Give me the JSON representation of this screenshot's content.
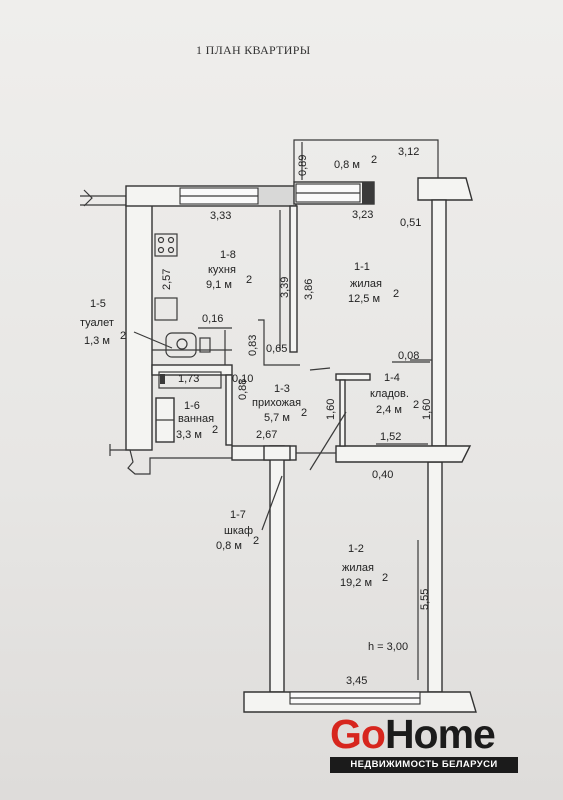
{
  "title": "1 ПЛАН КВАРТИРЫ",
  "rooms": {
    "kitchen": {
      "id": "1-8",
      "name": "кухня",
      "area": "9,1 м",
      "sup": "2"
    },
    "living1": {
      "id": "1-1",
      "name": "жилая",
      "area": "12,5 м",
      "sup": "2"
    },
    "toilet": {
      "id": "1-5",
      "name": "туалет",
      "area": "1,3 м",
      "sup": "2"
    },
    "hall": {
      "id": "1-3",
      "name": "прихожая",
      "area": "5,7 м",
      "sup": "2"
    },
    "storage": {
      "id": "1-4",
      "name": "кладов.",
      "area": "2,4 м",
      "sup": "2"
    },
    "bath": {
      "id": "1-6",
      "name": "ванная",
      "area": "3,3 м",
      "sup": "2"
    },
    "closet": {
      "id": "1-7",
      "name": "шкаф",
      "area": "0,8 м",
      "sup": "2"
    },
    "living2": {
      "id": "1-2",
      "name": "жилая",
      "area": "19,2 м",
      "sup": "2"
    },
    "balcony": {
      "area": "0,8 м",
      "sup": "2"
    }
  },
  "dims": {
    "d_089": "0,89",
    "d_312": "3,12",
    "d_333": "3,33",
    "d_323": "3,23",
    "d_051": "0,51",
    "d_257": "2,57",
    "d_339": "3,39",
    "d_386": "3,86",
    "d_016": "0,16",
    "d_083": "0,83",
    "d_065": "0,65",
    "d_008": "0,08",
    "d_173": "1,73",
    "d_010": "0,10",
    "d_088": "0,88",
    "d_160a": "1,60",
    "d_160b": "1,60",
    "d_152": "1,52",
    "d_267": "2,67",
    "d_040": "0,40",
    "d_555": "5,55",
    "d_345": "3,45"
  },
  "height_note": "h = 3,00",
  "logo": {
    "go": "Go",
    "home": "Home",
    "tagline": "НЕДВИЖИМОСТЬ БЕЛАРУСИ"
  },
  "colors": {
    "logo_red": "#d7261e",
    "logo_dark": "#1b1b1b",
    "ink": "#333333"
  }
}
